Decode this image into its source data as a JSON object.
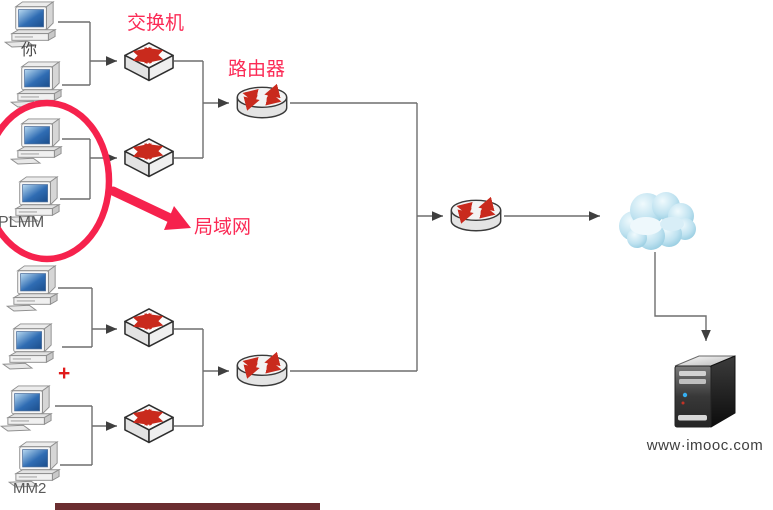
{
  "labels": {
    "switch": "交换机",
    "router": "路由器",
    "lan": "局域网",
    "you": "你",
    "plmm": "PLMM",
    "plus": "+",
    "mm2": "MM2",
    "server_domain": "www·imooc.com"
  },
  "colors": {
    "annotation_red": "#f6224d",
    "label_pink": "#fb2b56",
    "wire_gray": "#6e6e6e",
    "device_arrow_red": "#c92a1d",
    "cloud_blue": "#9fd0e4",
    "screen_blue": "#2f6cb3",
    "plus_red": "#e01b1b",
    "progress_bar_maroon": "#6b2e30",
    "background": "#ffffff"
  },
  "nodes": {
    "computer_count": 8,
    "switch_count": 4,
    "router_count": 3,
    "internet_cloud_count": 1,
    "server_count": 1
  }
}
